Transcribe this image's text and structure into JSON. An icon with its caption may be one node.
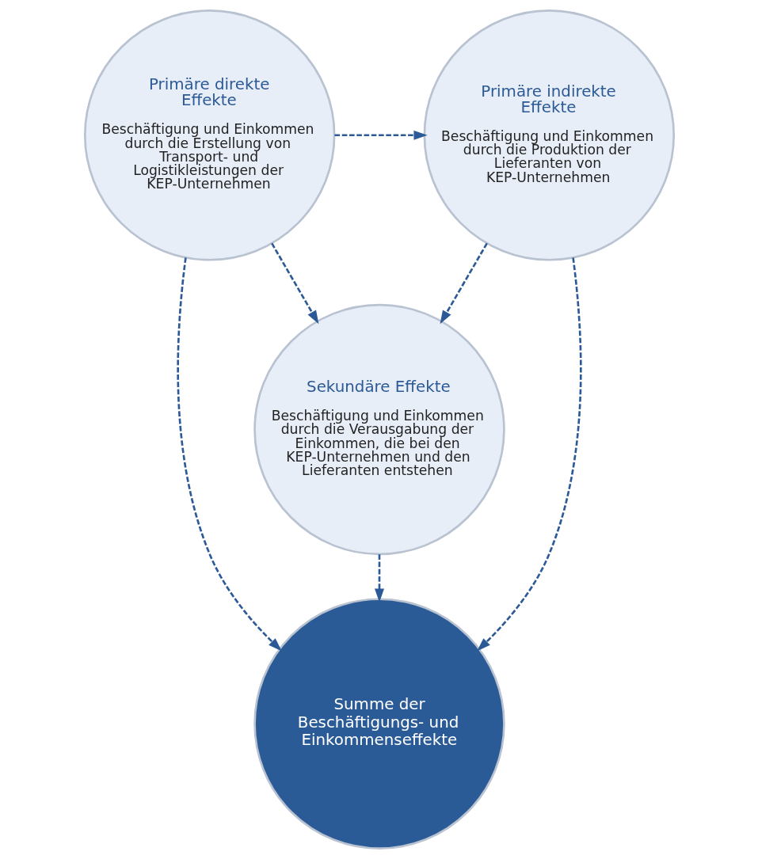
{
  "diagram": {
    "nodes": [
      {
        "text": [
          "Primäre direkte Effekte",
          "Beschäftigung und Einkommen durch die Erstellung von Transport- und Logistikleistungen der KEP-Unternehmen"
        ]
      },
      {
        "text": [
          "Primäre indirekte Effekte",
          "Beschäftigung und Einkommen durch die Produktion der Lieferanten von KEP-Unternehmen"
        ]
      },
      {
        "text": [
          "Sekundäre Effekte",
          "Beschäftigung und Einkommen durch die Verausgabung der Einkommen, die bei den KEP-Unternehmen und den Lieferanten entstehen"
        ]
      },
      {
        "text": [
          "Summe der Beschäftigungs- und Einkommenseffekte"
        ]
      }
    ],
    "edges": [
      {
        "from": 0,
        "to": 1,
        "arrow": "to",
        "style": "dashed"
      },
      {
        "from": 0,
        "to": 2,
        "arrow": "to",
        "style": "dashed"
      },
      {
        "from": 1,
        "to": 2,
        "arrow": "to",
        "style": "dashed"
      },
      {
        "from": 0,
        "to": 3,
        "arrow": "to",
        "style": "dashed"
      },
      {
        "from": 2,
        "to": 3,
        "arrow": "to",
        "style": "dashed"
      },
      {
        "from": 1,
        "to": 3,
        "arrow": "to",
        "style": "dashed"
      }
    ]
  }
}
